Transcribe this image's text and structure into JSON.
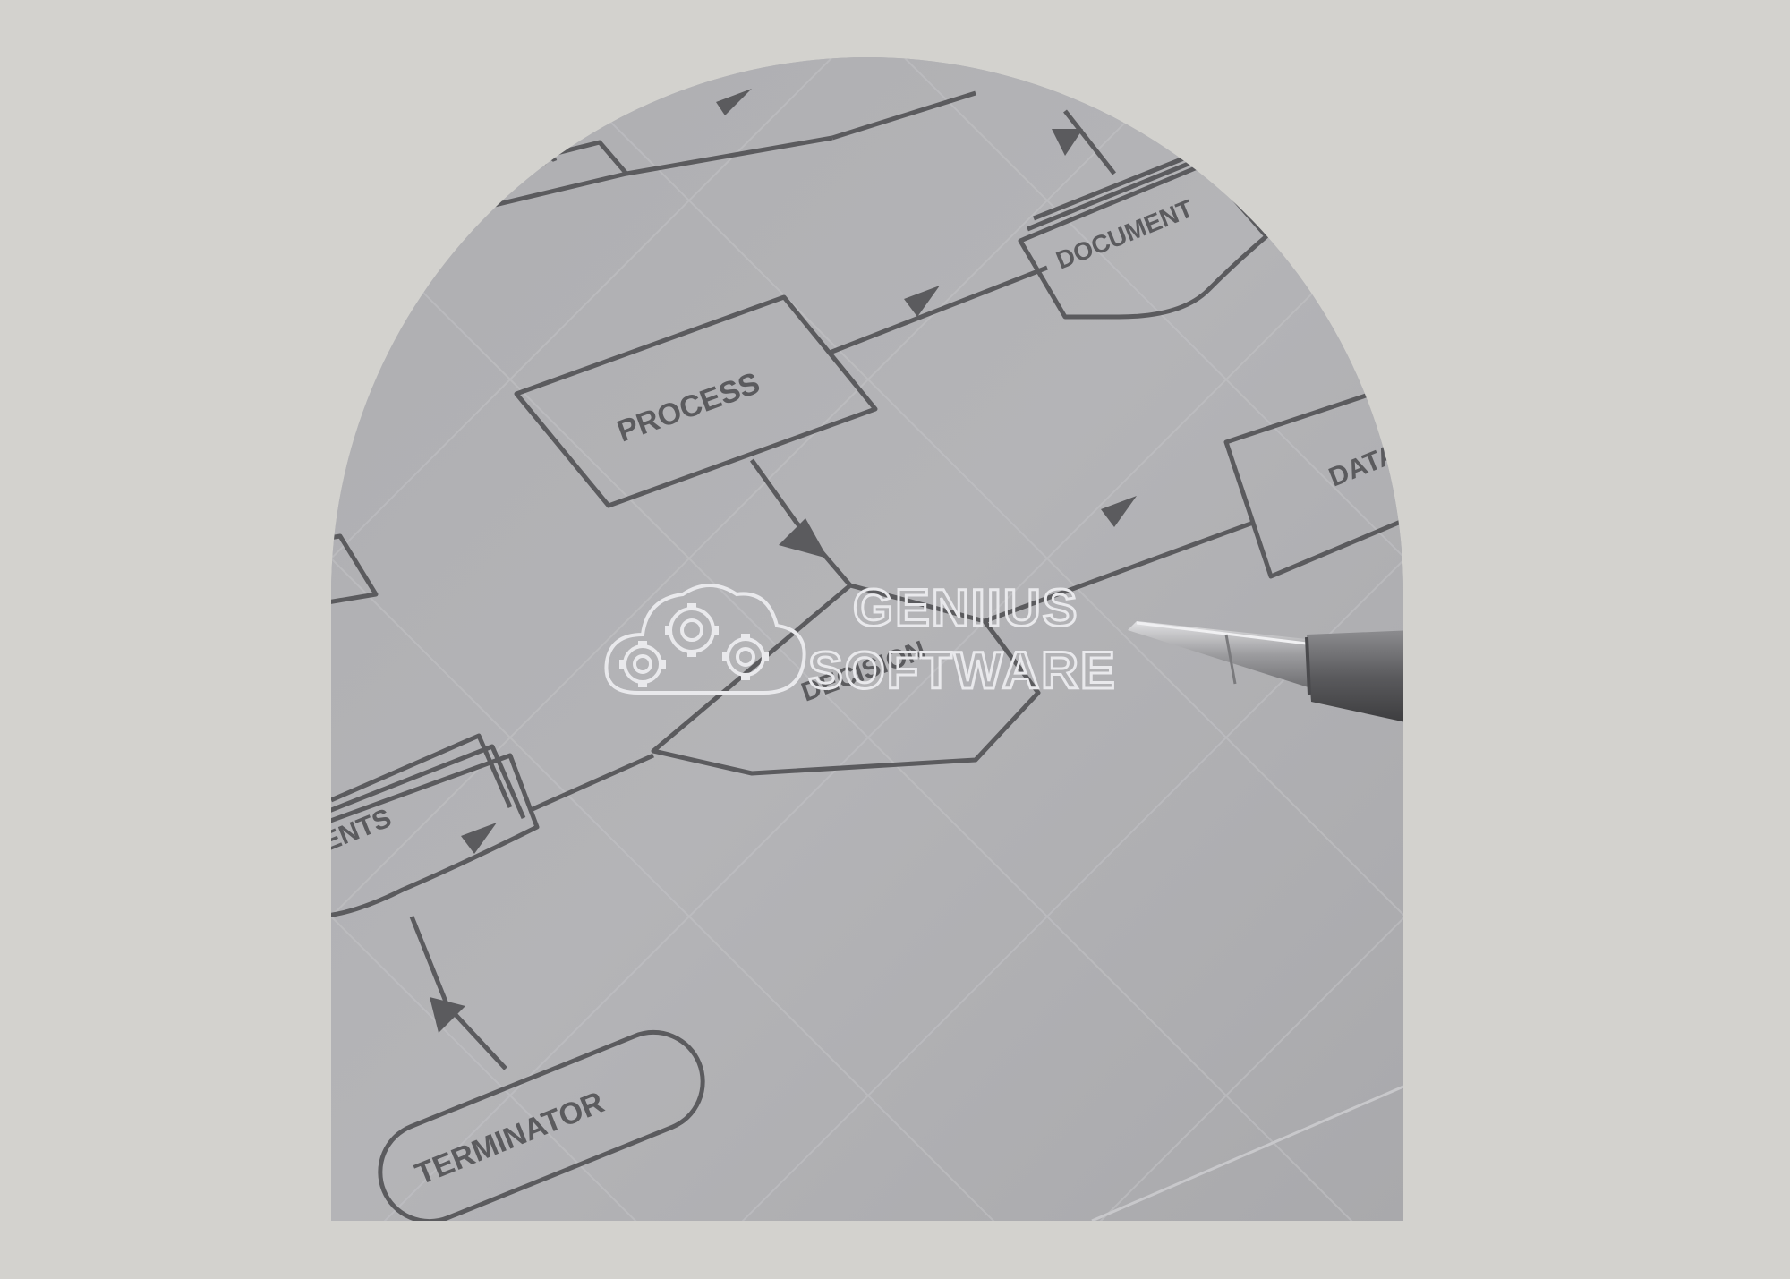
{
  "flowchart": {
    "process_label": "PROCESS",
    "document_label": "DOCUMENT",
    "data_label": "DATA",
    "decision_label": "DECISION",
    "documents_label": "DOCUMENTS",
    "terminator_label": "TERMINATOR",
    "top_label": "ON"
  },
  "watermark": {
    "line1": "GENIIUS",
    "line2": "SOFTWARE"
  },
  "colors": {
    "background": "#d3d2ce",
    "photo_tint": "#b0b0b3",
    "ink": "#5b5b5e",
    "watermark": "#e9e9ec"
  }
}
